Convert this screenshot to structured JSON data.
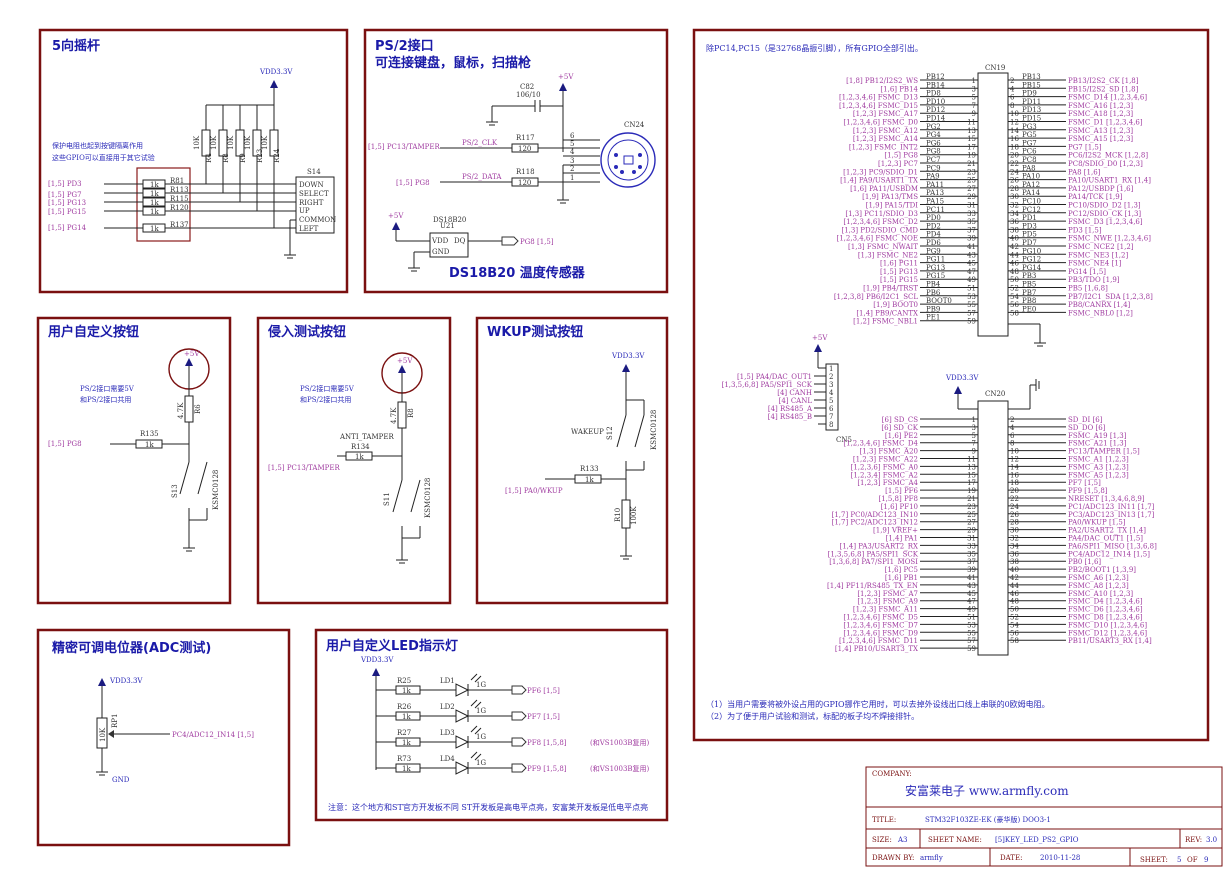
{
  "panels": {
    "joystick": {
      "title": "5向摇杆",
      "vdd": "VDD3.3V",
      "note1": "保护电阻也起到按键隔离作用",
      "note2": "这些GPIO可以直接用于其它试验",
      "signals": [
        "[1,5]  PD3",
        "[1,5]  PG7",
        "[1,5]  PG13",
        "[1,5]  PG15",
        "[1,5]  PG14"
      ],
      "resistors": [
        "R81",
        "R113",
        "R115",
        "R120",
        "R137"
      ],
      "res_value": "1k",
      "pullups": [
        "R4",
        "R8",
        "R9",
        "R23",
        "R24"
      ],
      "pullup_value": "10K",
      "chip": "S14",
      "pins": [
        "DOWN",
        "SELECT",
        "RIGHT",
        "UP",
        "COMMON",
        "LEFT"
      ]
    },
    "ps2": {
      "title": "PS/2接口",
      "subtitle": "可连接键盘，鼠标，扫描枪",
      "vcc": "+5V",
      "cap": "C82",
      "cap_value": "106/10",
      "clk_sig": "[1,5] PC13/TAMPER",
      "clk_net": "PS/2_CLK",
      "dat_sig": "[1,5] PG8",
      "dat_net": "PS/2_DATA",
      "r1": "R117",
      "r2": "R118",
      "r_value": "120",
      "conn": "CN24",
      "conn_pins": [
        "6",
        "5",
        "4",
        "3",
        "2",
        "1"
      ]
    },
    "ds18b20": {
      "title": "DS18B20 温度传感器",
      "vcc": "+5V",
      "chip": "U21",
      "chip_name": "DS18B20",
      "pins": [
        "VDD",
        "DQ",
        "GND"
      ],
      "sig": "PG8 [1,5]"
    },
    "userkey": {
      "title": "用户自定义按钮",
      "vcc": "+5V",
      "note1": "PS/2接口需要5V",
      "note2": "和PS/2接口共用",
      "r_pull": "R6",
      "r_pull_value": "4.7K",
      "r_ser": "R135",
      "r_ser_value": "1k",
      "sig": "[1,5] PG8",
      "switch": "S13",
      "switch_part": "KSMC0128"
    },
    "tamper": {
      "title": "侵入测试按钮",
      "vcc": "+5V",
      "note1": "PS/2接口需要5V",
      "note2": "和PS/2接口共用",
      "net": "ANTI_TAMPER",
      "r_pull": "R8",
      "r_pull_value": "4.7K",
      "r_ser": "R134",
      "r_ser_value": "1k",
      "sig": "[1,5] PC13/TAMPER",
      "switch": "S11",
      "switch_part": "KSMC0128"
    },
    "wakeup": {
      "title": "WKUP测试按钮",
      "vdd": "VDD3.3V",
      "net": "WAKEUP",
      "switch": "S12",
      "switch_part": "KSMC0128",
      "r_ser": "R133",
      "r_ser_value": "1k",
      "r_pull": "R10",
      "r_pull_value": "100K",
      "sig": "[1,5] PA0/WKUP"
    },
    "adc": {
      "title": "精密可调电位器(ADC测试)",
      "vdd": "VDD3.3V",
      "pot": "RP1",
      "pot_value": "10K",
      "sig": "PC4/ADC12_IN14 [1,5]",
      "gnd": "GND"
    },
    "led": {
      "title": "用户自定义LED指示灯",
      "vdd": "VDD3.3V",
      "rows": [
        {
          "r": "R25",
          "ld": "LD1",
          "sig": "PF6 [1,5]",
          "extra": ""
        },
        {
          "r": "R26",
          "ld": "LD2",
          "sig": "PF7 [1,5]",
          "extra": ""
        },
        {
          "r": "R27",
          "ld": "LD3",
          "sig": "PF8 [1,5,8]",
          "extra": "(和VS1003B复用)"
        },
        {
          "r": "R73",
          "ld": "LD4",
          "sig": "PF9 [1,5,8]",
          "extra": "(和VS1003B复用)"
        }
      ],
      "r_value": "1k",
      "ld_value": "1G",
      "note": "注意：这个地方和ST官方开发板不同   ST开发板是高电平点亮，安富莱开发板是低电平点亮"
    }
  },
  "right": {
    "top_note": "除PC14,PC15（是32768晶振引脚），所有GPIO全部引出。",
    "cn19": "CN19",
    "cn20": "CN20",
    "cn5": "CN5",
    "vcc5": "+5V",
    "vdd": "VDD3.3V",
    "cn19_left": [
      "[1,8] PB12/I2S2_WS",
      "[1,6]  PB14",
      "[1,2,3,4,6]  FSMC_D13",
      "[1,2,3,4,6]  FSMC_D15",
      "[1,2,3]  FSMC_A17",
      "[1,2,3,4,6]  FSMC_D0",
      "[1,2,3]  FSMC_A12",
      "[1,2,3]  FSMC_A14",
      "[1,2,3]  FSMC_INT2",
      "[1,5]  PG8",
      "[1,2,3]  PC7",
      "[1,2,3] PC9/SDIO_D1",
      "[1,4] PA9/USART1_TX",
      "[1,6] PA11/USBDM",
      "[1,9] PA13/TMS",
      "[1,9] PA15/TDI",
      "[1,3] PC11/SDIO_D3",
      "[1,2,3,4,6]  FSMC_D2",
      "[1,3] PD2/SDIO_CMD",
      "[1,2,3,4,6]  FSMC_NOE",
      "[1,3]  FSMC_NWAIT",
      "[1,3]  FSMC_NE2",
      "[1,6]  PG11",
      "[1,5]  PG13",
      "[1,5]  PG15",
      "[1,9] PB4/TRST",
      "[1,2,3,8] PB6/I2C1_SCL",
      "[1,9] BOOT0",
      "[1,4] PB9/CANTX",
      "[1,2]  FSMC_NBL1"
    ],
    "cn19_lnets": [
      "PB12",
      "PB14",
      "PD8",
      "PD10",
      "PD12",
      "PD14",
      "PG2",
      "PG4",
      "PG6",
      "PG8",
      "PC7",
      "PC9",
      "PA9",
      "PA11",
      "PA13",
      "PA15",
      "PC11",
      "PD0",
      "PD2",
      "PD4",
      "PD6",
      "PG9",
      "PG11",
      "PG13",
      "PG15",
      "PB4",
      "PB6",
      "BOOT0",
      "PB9",
      "PE1"
    ],
    "cn19_rnets": [
      "PB13",
      "PB15",
      "PD9",
      "PD11",
      "PD13",
      "PD15",
      "PG3",
      "PG5",
      "PG7",
      "PC6",
      "PC8",
      "PA8",
      "PA10",
      "PA12",
      "PA14",
      "PC10",
      "PC12",
      "PD1",
      "PD3",
      "PD5",
      "PD7",
      "PG10",
      "PG12",
      "PG14",
      "PB3",
      "PB5",
      "PB7",
      "PB8",
      "PE0"
    ],
    "cn19_right": [
      "PB13/I2S2_CK  [1,8]",
      "PB15/I2S2_SD  [1,8]",
      "FSMC_D14  [1,2,3,4,6]",
      "FSMC_A16  [1,2,3]",
      "FSMC_A18  [1,2,3]",
      "FSMC_D1  [1,2,3,4,6]",
      "FSMC_A13  [1,2,3]",
      "FSMC_A15  [1,2,3]",
      "PG7 [1,5]",
      "PC6/I2S2_MCK  [1,2,8]",
      "PC8/SDIO_D0  [1,2,3]",
      "PA8  [1,6]",
      "PA10/USART1_RX  [1,4]",
      "PA12/USBDP  [1,6]",
      "PA14/TCK  [1,9]",
      "PC10/SDIO_D2  [1,3]",
      "PC12/SDIO_CK  [1,3]",
      "FSMC_D3  [1,2,3,4,6]",
      "PD3  [1,5]",
      "FSMC_NWE  [1,2,3,4,6]",
      "FSMC_NCE2  [1,2]",
      "FSMC_NE3  [1,2]",
      "FSMC_NE4  [1]",
      "PG14  [1,5]",
      "PB3/TDO  [1,9]",
      "PB5  [1,6,8]",
      "PB7/I2C1_SDA  [1,2,3,8]",
      "PB8/CANRX  [1,4]",
      "FSMC_NBL0  [1,2]"
    ],
    "cn5_left": [
      "[1,5] PA4/DAC_OUT1",
      "[1,3,5,6,8] PA5/SPI1_SCK",
      "[4]  CANH",
      "[4]  CANL",
      "[4]  RS485_A",
      "[4]  RS485_B"
    ],
    "cn20_left": [
      "[6]  SD_CS",
      "[6]  SD_CK",
      "[1,6]  PE2",
      "[1,2,3,4,6]  FSMC_D4",
      "[1,3]  FSMC_A20",
      "[1,2,3]  FSMC_A22",
      "[1,2,3,6]  FSMC_A0",
      "[1,2,3,4]  FSMC_A2",
      "[1,2,3]  FSMC_A4",
      "[1,5]  PF6",
      "[1,5,8]  PF8",
      "[1,6]  PF10",
      "[1,7] PC0/ADC123_IN10",
      "[1,7] PC2/ADC123_IN12",
      "[1,9]  VREF+",
      "[1,4]  PA1",
      "[1,4] PA3/USART2_RX",
      "[1,3,5,6,8] PA5/SPI1_SCK",
      "[1,3,6,8] PA7/SPI1_MOSI",
      "[1,6]  PC5",
      "[1,6]  PB1",
      "[1,4] PF11/RS485_TX_EN",
      "[1,2,3]  FSMC_A7",
      "[1,2,3]  FSMC_A9",
      "[1,2,3]  FSMC_A11",
      "[1,2,3,4,6]  FSMC_D5",
      "[1,2,3,4,6]  FSMC_D7",
      "[1,2,3,4,6]  FSMC_D9",
      "[1,2,3,4,6]  FSMC_D11",
      "[1,4]  PB10/USART3_TX"
    ],
    "cn20_right": [
      "SD_DI  [6]",
      "SD_DO  [6]",
      "FSMC_A19  [1,3]",
      "FSMC_A21  [1,3]",
      "PC13/TAMPER  [1,5]",
      "FSMC_A1  [1,2,3]",
      "FSMC_A3  [1,2,3]",
      "FSMC_A5  [1,2,3]",
      "PF7  [1,5]",
      "PF9  [1,5,8]",
      "NRESET  [1,3,4,6,8,9]",
      "PC1/ADC123_IN11 [1,7]",
      "PC3/ADC123_IN13 [1,7]",
      "PA0/WKUP  [1,5]",
      "PA2/USART2_TX  [1,4]",
      "PA4/DAC_OUT1  [1,5]",
      "PA6/SPI1_MISO  [1,3,6,8]",
      "PC4/ADC12_IN14  [1,5]",
      "PB0  [1,6]",
      "PB2/BOOT1  [1,3,9]",
      "FSMC_A6  [1,2,3]",
      "FSMC_A8  [1,2,3]",
      "FSMC_A10  [1,2,3]",
      "FSMC_D4  [1,2,3,4,6]",
      "FSMC_D6  [1,2,3,4,6]",
      "FSMC_D8  [1,2,3,4,6]",
      "FSMC_D10  [1,2,3,4,6]",
      "FSMC_D12  [1,2,3,4,6]",
      "PB11/USART3_RX  [1,4]"
    ],
    "notes": [
      "（1）当用户需要将被外设占用的GPIO挪作它用时，可以去掉外设线出口线上串联的0欧姆电阻。",
      "（2）为了便于用户试验和测试，标配的板子均不焊接排针。"
    ]
  },
  "titleblock": {
    "company_label": "COMPANY:",
    "company": "安富莱电子 www.armfly.com",
    "title_label": "TITLE:",
    "title": "STM32F103ZE-EK (豪华版) DOO3-1",
    "size_label": "SIZE:",
    "size": "A3",
    "sheet_name_label": "SHEET NAME:",
    "sheet_name": "[5]KEY_LED_PS2_GPIO",
    "rev_label": "REV:",
    "rev": "3.0",
    "drawn_label": "DRAWN BY:",
    "drawn": "armfly",
    "date_label": "DATE:",
    "date": "2010-11-28",
    "sheet_label": "SHEET:",
    "sheet": "5",
    "of_label": "OF",
    "of": "9"
  }
}
